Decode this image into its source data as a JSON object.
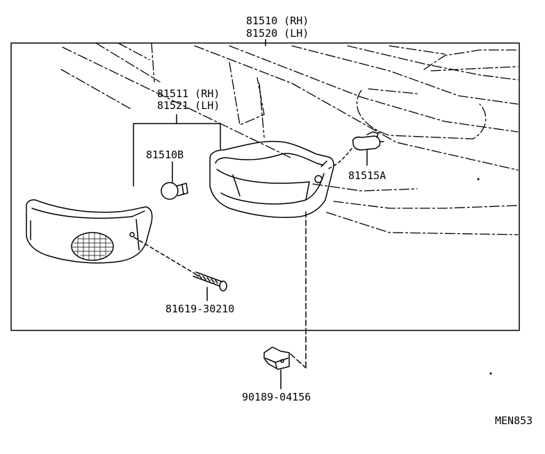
{
  "colors": {
    "ink": "#000000",
    "paper": "#ffffff"
  },
  "labels": {
    "headlamp_rh": "81510 (RH)",
    "headlamp_lh": "81520 (LH)",
    "lens_rh": "81511 (RH)",
    "lens_lh": "81521 (LH)",
    "bulb": "81510B",
    "socket": "81515A",
    "screw": "81619-30210",
    "clip": "90189-04156",
    "drawing_code": "MEN853"
  }
}
